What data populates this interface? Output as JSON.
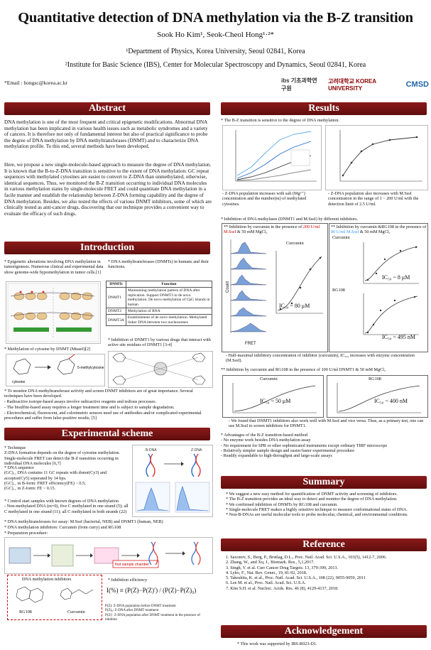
{
  "header": {
    "title": "Quantitative detection of DNA methylation via the B-Z transition",
    "authors": "Sook Ho Kim¹, Seok-Cheol Hong¹·²*",
    "aff1": "¹Department of Physics, Korea University, Seoul 02841, Korea",
    "aff2": "²Institute for Basic Science (IBS), Center for Molecular Spectroscopy and Dynamics, Seoul 02841, Korea",
    "email": "*Email : hongsc@korea.ac.kr",
    "logos": [
      "ibs 기초과학연구원",
      "고려대학교 KOREA UNIVERSITY",
      "CMSD"
    ]
  },
  "abstract": {
    "heading": "Abstract",
    "p1": "DNA methylation is one of the most frequent and critical epigenetic modifications. Abnormal DNA methylation has been implicated in various health issues such as metabolic syndromes and a variety of cancers. It is therefore not only of fundamental interest but also of practical significance to probe the degree of DNA methylation by DNA methyltransferases (DNMT) and to characterize DNA methylation profile. To this end, several methods have been developed.",
    "p2": "Here, we propose a new single-molecule-based approach to measure the degree of DNA methylation. It is known that the B-to-Z-DNA transition is sensitive to the extent of DNA methylation: GC repeat sequences with methylated cytosines are easier to convert to Z-DNA than unmethylated, otherwise, identical sequences. Thus, we monitored the B-Z transition occurring to individual DNA molecules in various methylation states by single-molecule FRET and could quantitate DNA methylation in a facile manner and establish the relationship between Z-DNA forming capability and the degree of DNA methylation. Besides, we also tested the effects of various DNMT inhibitors, some of which are clinically tested as anti-cancer drugs, discovering that our technique provides a convenient way to evaluate the efficacy of such drugs."
  },
  "intro": {
    "heading": "Introduction",
    "b1": "* Epigenetic alterations involving DNA methylation in tumorigenesis. Numerous clinical and experimental data show genome-wide hypomethylation in tumor cells.[1]",
    "b2": "* DNA methyltransferases (DNMTs) in humans and their functions.",
    "table_head": [
      "DNMTs",
      "Function"
    ],
    "table_rows": [
      [
        "DNMT1",
        "Maintaining methylation pattern of DNA after replication. Support DNMT3 in de novo methylation. De novo methylation of CpG islands in human"
      ],
      [
        "DNMT2",
        "Methylation of RNA"
      ],
      [
        "DNMT3A",
        "Establishment of de novo methylation. Methylated linker DNA between two nucleosomes"
      ]
    ],
    "b3": "* Methylation of cytosine by DNMT (MtaseI)[2]",
    "b4": "* Inhibition of DNMT1 by various drugs that interact with active site residues of DNMT1 [3-4]",
    "b5": "* To monitor DNA methyltransferase activity and screen DNMT inhibitors are of great importance. Several techniques have been developed.",
    "d1": "- Radioactive isotope-based assays involve radioactive reagents and tedious processes.",
    "d2": "- The bisulfite-based assay requires a longer treatment time and is subject to sample degradation.",
    "d3": "- Electrochemical, fluorescent, and colorimetric sensors need use of antibodies and/or complicated experimental procedures and suffer from false-positive results. [5]"
  },
  "scheme": {
    "heading": "Experimental scheme",
    "tech_h": "* Technique",
    "tech1": "Z-DNA formation depends on the degree of cytosine methylation.",
    "tech2": "Single-molecule FRET can detect the B-Z transition occurring in individual DNA molecules [6,7]",
    "seq_h": "* DNA sequence",
    "seq1": "(GC)₁₁ DNA contains 11 GC repeats with donor(Cy3) and acceptor(Cy5) seperated by 14 bps.",
    "seq2": "(GC)₁₁ in B-form: FRET efficiency(FE) ~ 0.5;",
    "seq3": "(GC)₁₁ in Z-form: FE ~ 0.15.",
    "ctrl_h": "* Control start samples with known degrees of DNA methylation",
    "ctrl1": "- Non-methylated DNA (m=0), five C methylated in one strand (5); all C methylated in one strand (11); all C methylated in both strands (22)",
    "assay": "* DNA methyltransferases for assay: M.SssI (bacterial, NEB) and DNMT1 (human, NEB)",
    "inhib": "* DNA methylation inhibitors: Curcumin (from curry) and RG108",
    "prep": "* Preparation procedure:",
    "inh_box": "DNA methylation inhibitors",
    "rg108": "RG108",
    "curcumin": "Curcumin",
    "inh_def_h": "* Inhibition efficiency",
    "formula": "I(%) ≡ (P(Z)−P(Z)′) / (P(Z)−P(Z)₀)",
    "pz": "P(Z): Z-DNA population before DNMT treatment",
    "pz0": "P(Z)₀: Z-DNA after DNMT treatment",
    "pzp": "P(Z)′: Z-DNA population after DNMT treatment in the presence of inhibitor",
    "bform": "B-DNA",
    "zform": "Z-DNA",
    "sample_label": "first sample chamber"
  },
  "results": {
    "heading": "Results",
    "r1": "* The B-Z transition is sensitive to the degree of DNA methylation.",
    "cap1": "- Z-DNA population increases with salt (Mg²⁺) concentration and the number(m) of methylated cytosines.",
    "cap2": "- Z-DNA population also increases with M.SssI concentration in the range of 1 ~ 200 U/ml with the detection limit of 2.5 U/ml.",
    "r2": "* Inhibition of DNA methylases (DNMT1 and M.SssI) by different inhibitors.",
    "inh_cur_a": "** Inhibition by curcumin in the presence of",
    "inh_cur_b": "200 U/ml M.SssI",
    "inh_cur_c": "& 50 mM MgCl₂",
    "inh_rg_a": "** Inhibition by curcumin &RG108 in the presence of",
    "inh_rg_b": "80 U/ml M.SssI",
    "inh_rg_c": "& 50 mM MgCl₂",
    "curcumin": "Curcumin",
    "rg108": "RG108",
    "ic50_a": "IC₅₀ ~ 80 μM",
    "ic50_b": "IC₅₀ ~ 8 μM",
    "ic50_c": "IC₅₀ ~ 495 nM",
    "count": "Count",
    "fret": "FRET",
    "half": "- Half-maximal inhibitory concentration of inhibitor (curcumin), IC₅₀, increases with enzyme concentration (M.SssI).",
    "r3": "** Inhibition by curcumin and RG108 in the presence of 100 U/ml DNMT1 & 50 mM MgCl₂",
    "ic50_d": "IC₅₀ ~ 50 μM",
    "ic50_e": "IC₅₀ ~ 400 nM",
    "found": "- We found that DNMT1 inhibitors also work well with M.SssI and vice versa. Thus, as a primary test, one can use M.SssI to screen inhibitors for DNMT1.",
    "adv_h": "* Advantages of the B-Z transition-based method",
    "adv": [
      "- No enzyme work besides DNA methylation assay",
      "- No requirement for SPR or other sophisticated instruments except ordinary TIRF microscope",
      "- Relatively simpler sample design and easier/faster experimental procedure",
      "- Readily expandable to high-throughput and large-scale assays"
    ]
  },
  "summary": {
    "heading": "Summary",
    "items": [
      "* We suggest a new easy method for quantification of DNMT activity and screening of inhibitors.",
      "* The B-Z transition provides an ideal way to detect and monitor the degree of DNA methylation.",
      "* We confirmed inhibition of DNMTs by RG108 and curcumin.",
      "* Single-molecule FRET makes a highly sensitive technique to measure conformational states of DNA.",
      "* Non-B-DNAs are useful molecular tools to probe molecular, chemical, and environmental conditions."
    ]
  },
  "reference": {
    "heading": "Reference",
    "items": [
      "1. Saxonov, S., Berg, P., Brutlag, D.L., Proc. Natl. Acad. Sci. U.S.A., 103(5), 1412-7, 2006.",
      "2. Zhang, W., and Xu, J., Biomark. Res., 5,1,2017.",
      "3. Singh, V. et al. Curr Cancer Drug Targets. 13, 379-399, 2013.",
      "4. Lyko, F., Nat. Rev. Genet., 19, 81-92, 2018.",
      "5. Takeshita, K. et al., Proc. Natl. Acad. Sci. U.S.A., 108 (22), 9055-9059, 2011",
      "6. Lee M. et al., Proc. Natl. Acad. Sci. U.S.A.",
      "7. Kim S.H. et al. Nucleic. Acids. Res. 46 (8), 4129-4137, 2018."
    ]
  },
  "ack": {
    "heading": "Acknowledgement",
    "text": "* This work was supported by IBS-R023-D1."
  }
}
